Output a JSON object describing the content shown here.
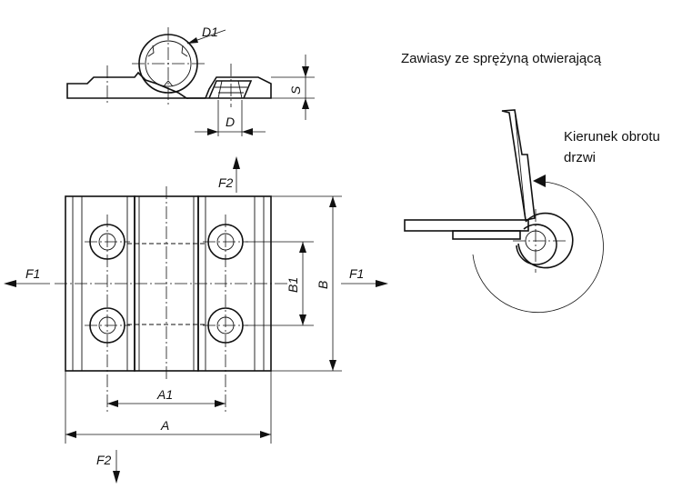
{
  "caption": {
    "title": "Zawiasy ze sprężyną otwierającą",
    "rotation_label_line1": "Kierunek obrotu",
    "rotation_label_line2": "drzwi"
  },
  "dimensions": {
    "D1": "D1",
    "S": "S",
    "D": "D",
    "F2_top": "F2",
    "F2_bottom": "F2",
    "F1_left": "F1",
    "F1_right": "F1",
    "B1": "B1",
    "B": "B",
    "A1": "A1",
    "A": "A"
  }
}
